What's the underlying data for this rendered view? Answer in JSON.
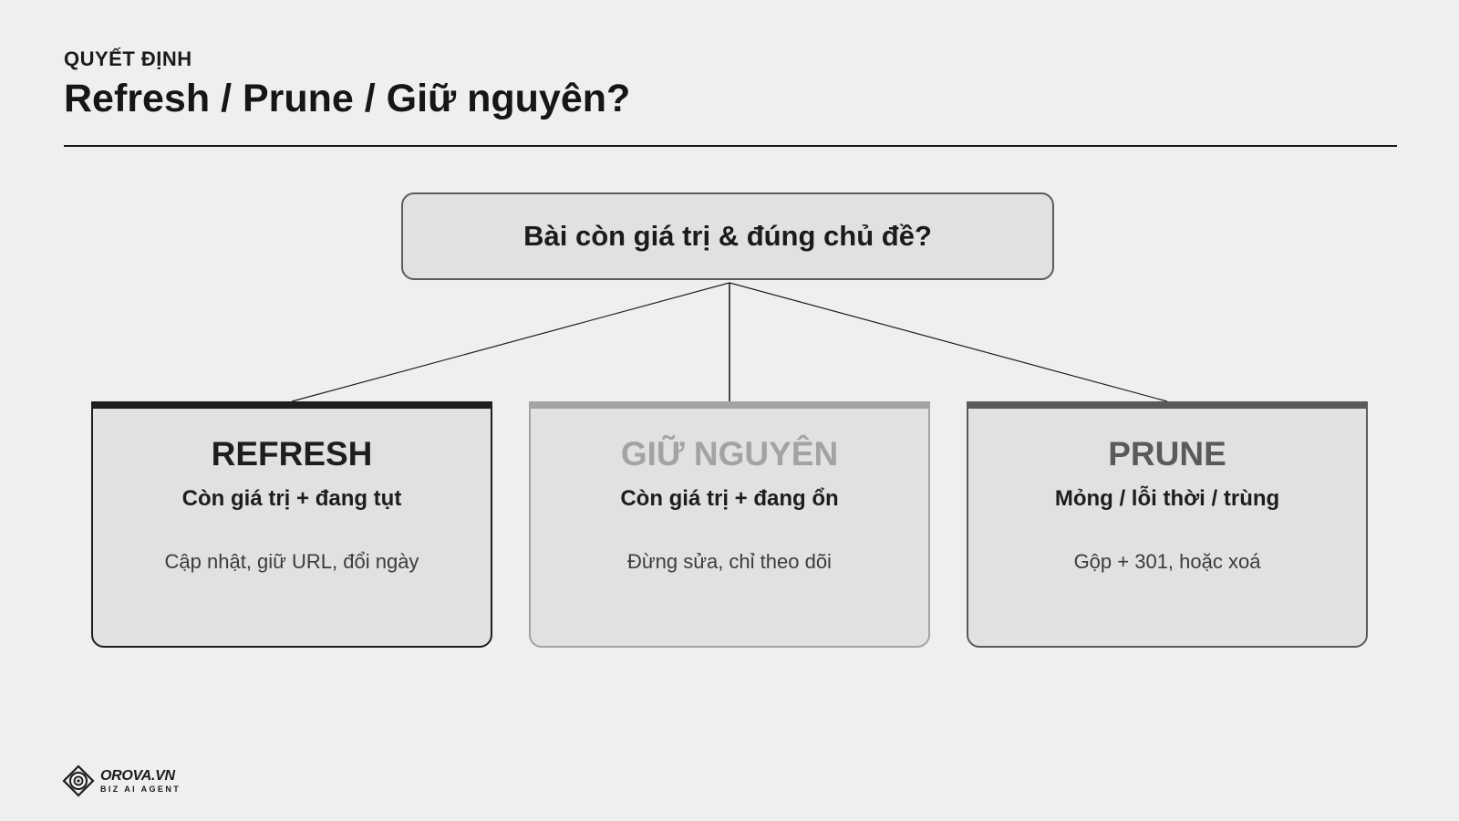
{
  "header": {
    "eyebrow": "QUYẾT ĐỊNH",
    "title": "Refresh / Prune / Giữ nguyên?"
  },
  "question": "Bài còn giá trị & đúng chủ đề?",
  "options": [
    {
      "heading": "REFRESH",
      "condition": "Còn giá trị + đang tụt",
      "action": "Cập nhật, giữ URL, đổi ngày",
      "color": "#1e1e1e"
    },
    {
      "heading": "GIỮ NGUYÊN",
      "condition": "Còn giá trị + đang ổn",
      "action": "Đừng sửa, chỉ theo dõi",
      "color": "#a3a3a3"
    },
    {
      "heading": "PRUNE",
      "condition": "Mỏng / lỗi thời / trùng",
      "action": "Gộp + 301, hoặc xoá",
      "color": "#5a5a5a"
    }
  ],
  "brand": {
    "name": "OROVA.VN",
    "tagline": "BIZ AI AGENT",
    "icon": "orova-logo-icon"
  }
}
